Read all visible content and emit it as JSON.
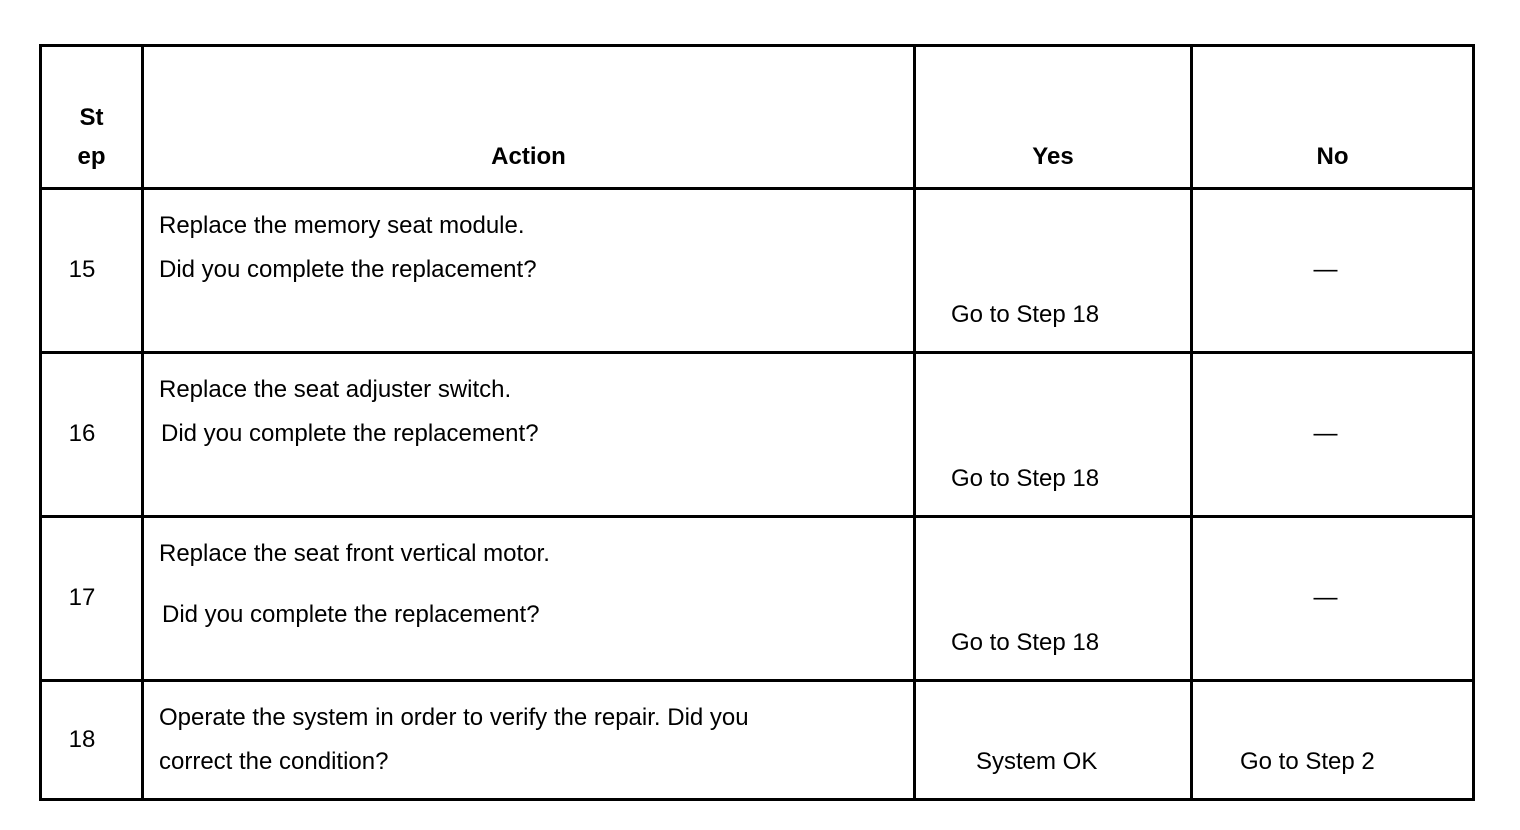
{
  "header": {
    "step_line1": "St",
    "step_line2": "ep",
    "action": "Action",
    "yes": "Yes",
    "no": "No"
  },
  "rows": [
    {
      "step": "15",
      "action_line1": "Replace the memory seat module.",
      "action_line2": "Did you complete the replacement?",
      "yes": "Go to Step 18",
      "no": "—"
    },
    {
      "step": "16",
      "action_line1": "Replace the seat adjuster switch.",
      "action_line2": "Did you complete the replacement?",
      "yes": "Go to Step 18",
      "no": "—"
    },
    {
      "step": "17",
      "action_line1": "Replace the seat front vertical motor.",
      "action_line2": "Did you complete the replacement?",
      "yes": "Go to Step 18",
      "no": "—"
    },
    {
      "step": "18",
      "action_line1": "Operate the system in order to verify the repair. Did you",
      "action_line2": "correct the condition?",
      "yes": "System OK",
      "no": "Go to Step 2"
    }
  ]
}
